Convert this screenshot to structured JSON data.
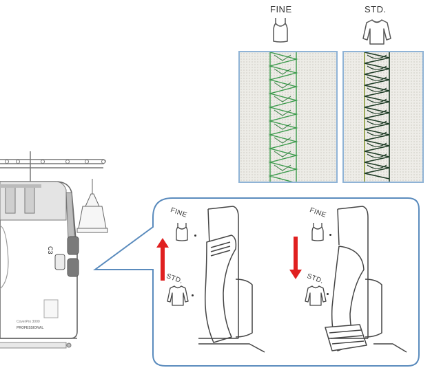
{
  "top_labels": {
    "fine": "FINE",
    "std": "STD."
  },
  "callout_labels": {
    "left_fine": "FINE",
    "left_std": "STD.",
    "right_fine": "FINE",
    "right_std": "STD."
  },
  "machine": {
    "model_text": "CoverPro 3000",
    "brand_text": "PROFESSIONAL",
    "dial_label_top": "C3"
  },
  "icons": {
    "fine": "tank-top-icon",
    "std": "long-sleeve-shirt-icon",
    "up_arrow": "arrow-up-icon",
    "down_arrow": "arrow-down-icon"
  },
  "colors": {
    "arrow": "#e02020",
    "callout_border": "#5a8bbd",
    "photo_border": "#8fb3d6",
    "stitch_green": "#3a9a4a",
    "stitch_dark": "#1c3a24"
  }
}
